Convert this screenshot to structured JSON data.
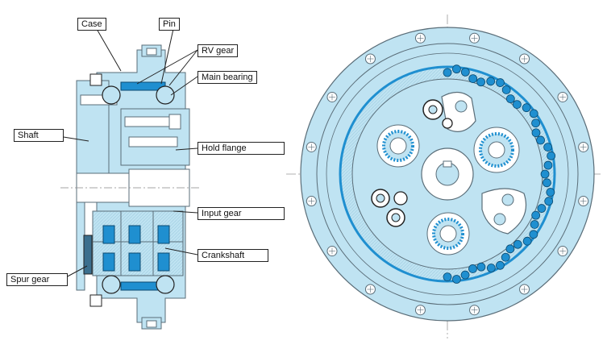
{
  "labels": {
    "case": "Case",
    "pin": "Pin",
    "rv_gear": "RV gear",
    "main_bearing": "Main bearing",
    "shaft": "Shaft",
    "hold_flange": "Hold flange",
    "input_gear": "Input gear",
    "crankshaft": "Crankshaft",
    "spur_gear": "Spur gear"
  },
  "colors": {
    "body_blue": "#bfe3f2",
    "part_blue": "#1f8fd0",
    "outline": "#5a6d78",
    "dark_outline": "#222222"
  }
}
